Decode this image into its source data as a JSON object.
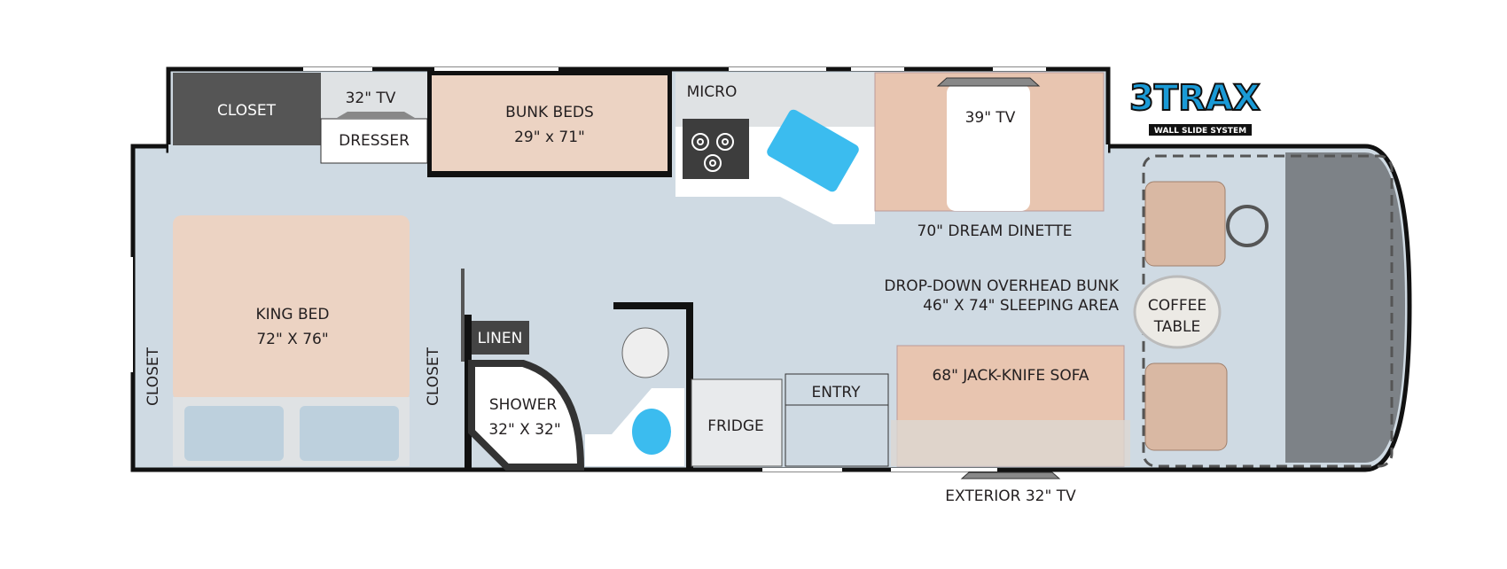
{
  "logo": {
    "brand": "3TRAX",
    "tagline": "WALL SLIDE SYSTEM",
    "color": "#1a9ad6"
  },
  "rooms": {
    "closet_top": "CLOSET",
    "tv_bedroom": "32\" TV",
    "dresser": "DRESSER",
    "bunk_beds": {
      "name": "BUNK BEDS",
      "size": "29\" x 71\""
    },
    "micro": "MICRO",
    "dinette_tv": "39\" TV",
    "dinette": "70\" DREAM DINETTE",
    "overhead_bunk": {
      "name": "DROP-DOWN OVERHEAD BUNK",
      "size": "46\" X 74\" SLEEPING AREA"
    },
    "coffee_table": {
      "line1": "COFFEE",
      "line2": "TABLE"
    },
    "king_bed": {
      "name": "KING BED",
      "size": "72\" X 76\""
    },
    "closet_left": "CLOSET",
    "closet_right": "CLOSET",
    "linen": "LINEN",
    "shower": {
      "name": "SHOWER",
      "size": "32\" X 32\""
    },
    "fridge": "FRIDGE",
    "entry": "ENTRY",
    "sofa": "68\" JACK-KNIFE SOFA",
    "exterior_tv": "EXTERIOR 32\" TV"
  },
  "colors": {
    "floor": "#cfdae3",
    "furniture": "#ecd3c3",
    "wall": "#111111",
    "sink": "#3bbcef"
  }
}
